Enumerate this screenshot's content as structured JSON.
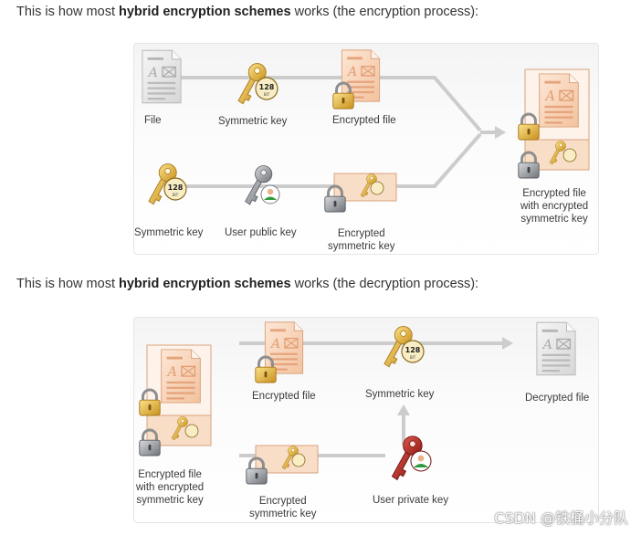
{
  "intro_enc": {
    "prefix": "This is how most ",
    "bold": "hybrid encryption schemes",
    "suffix": " works (the encryption process):"
  },
  "intro_dec": {
    "prefix": "This is how most ",
    "bold": "hybrid encryption schemes",
    "suffix": " works (the decryption process):"
  },
  "encryption_diagram": {
    "file": "File",
    "symmetric_key_top": "Symmetric key",
    "encrypted_file": "Encrypted file",
    "symmetric_key_bottom": "Symmetric key",
    "user_public_key": "User public key",
    "encrypted_symmetric_key": [
      "Encrypted",
      "symmetric key"
    ],
    "result": [
      "Encrypted file",
      "with encrypted",
      "symmetric key"
    ],
    "key_badge": "128",
    "key_badge_sub": "BIT"
  },
  "decryption_diagram": {
    "source": [
      "Encrypted file",
      "with encrypted",
      "symmetric key"
    ],
    "encrypted_file": "Encrypted file",
    "symmetric_key": "Symmetric key",
    "decrypted_file": "Decrypted file",
    "encrypted_symmetric_key": [
      "Encrypted",
      "symmetric key"
    ],
    "user_private_key": "User private key"
  },
  "watermark": "CSDN @铁桶小分队",
  "colors": {
    "arrow": "#cccccc",
    "paper_orange": "#f6d3b8",
    "paper_gray": "#e6e6e6",
    "key_gold": "#e2b23c",
    "key_gray": "#8f9298",
    "key_red": "#b42a22",
    "lock_gold": "#e0b531",
    "lock_gray": "#8a8d92"
  }
}
